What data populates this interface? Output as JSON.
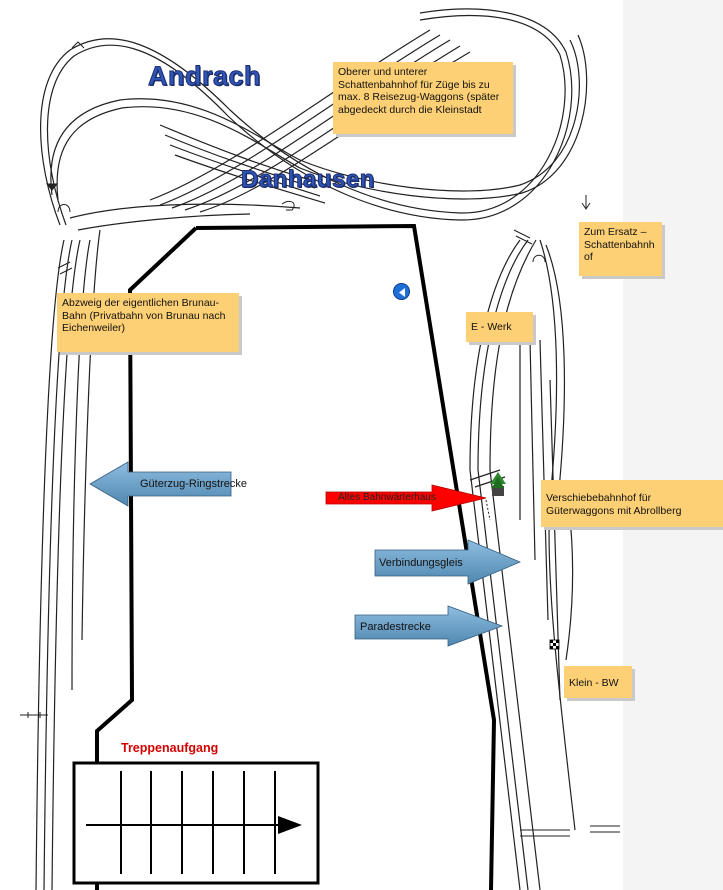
{
  "stations": {
    "upper": "Andrach",
    "lower": "Danhausen"
  },
  "notes": {
    "shadow_station": "Oberer und unterer Schattenbahnhof für Züge bis zu max. 8 Reisezug-Waggons (später abgedeckt durch die Kleinstadt",
    "replacement": "Zum Ersatz – Schattenbahnh of",
    "branch": "Abzweig der eigentlichen Brunau-Bahn (Privatbahn von Brunau nach Eichenweiler)",
    "e_werk": "E  - Werk",
    "marshalling": "Verschiebebahnhof für Güterwaggons mit  Abrollberg",
    "depot": "Klein  - BW"
  },
  "arrows": {
    "freight_loop": "Güterzug-Ringstrecke",
    "old_house": "Altes Bahnwärterhaus",
    "connecting": "Verbindungsgleis",
    "parade": "Paradestrecke"
  },
  "stairs": {
    "title": "Treppenaufgang"
  },
  "icons": {
    "nav": "back-triangle-icon",
    "house": "tree-house-icon",
    "depot": "checkered-marker-icon"
  },
  "colors": {
    "note_bg": "#fdd075",
    "blue_arrow": "#6da3c9",
    "red_arrow": "#ff0000",
    "station_text": "#2f55b7"
  }
}
